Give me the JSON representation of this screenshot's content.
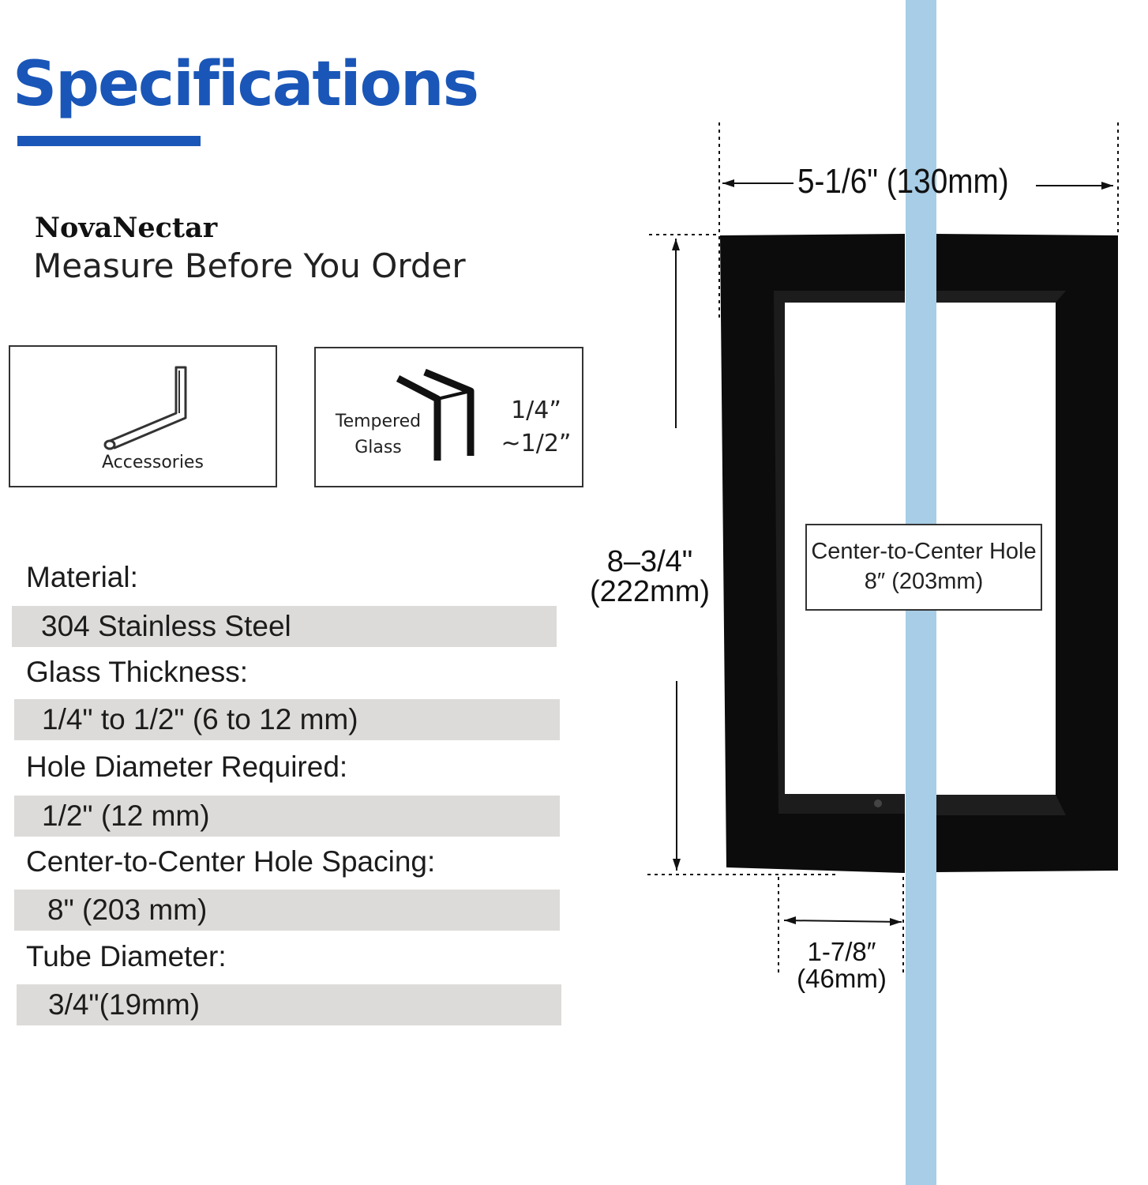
{
  "header": {
    "title": "Specifications",
    "brand": "NovaNectar",
    "tagline": "Measure Before You Order"
  },
  "cards": {
    "accessories_label": "Accessories",
    "glass_label_1": "Tempered",
    "glass_label_2": "Glass",
    "glass_size_1": "1/4”",
    "glass_size_2": "~1/2”"
  },
  "specs": [
    {
      "label": "Material:",
      "value": "304 Stainless Steel"
    },
    {
      "label": "Glass Thickness:",
      "value": "1/4\" to 1/2\" (6 to 12 mm)"
    },
    {
      "label": "Hole Diameter Required:",
      "value": "1/2\" (12 mm)"
    },
    {
      "label": "Center-to-Center Hole Spacing:",
      "value": "8\" (203 mm)"
    },
    {
      "label": "Tube Diameter:",
      "value": "3/4\"(19mm)"
    }
  ],
  "dimensions": {
    "width": "5-1/6\"  (130mm)",
    "height_1": "8–3/4\"",
    "height_2": "(222mm)",
    "cc_title": "Center-to-Center Hole",
    "cc_value": "8″ (203mm)",
    "tube_1": "1-7/8″",
    "tube_2": "(46mm)"
  },
  "colors": {
    "accent_blue": "#1a56b8",
    "glass_blue": "#a8cde6",
    "handle_black": "#0c0c0c",
    "value_bar_gray": "#dddbd9"
  }
}
